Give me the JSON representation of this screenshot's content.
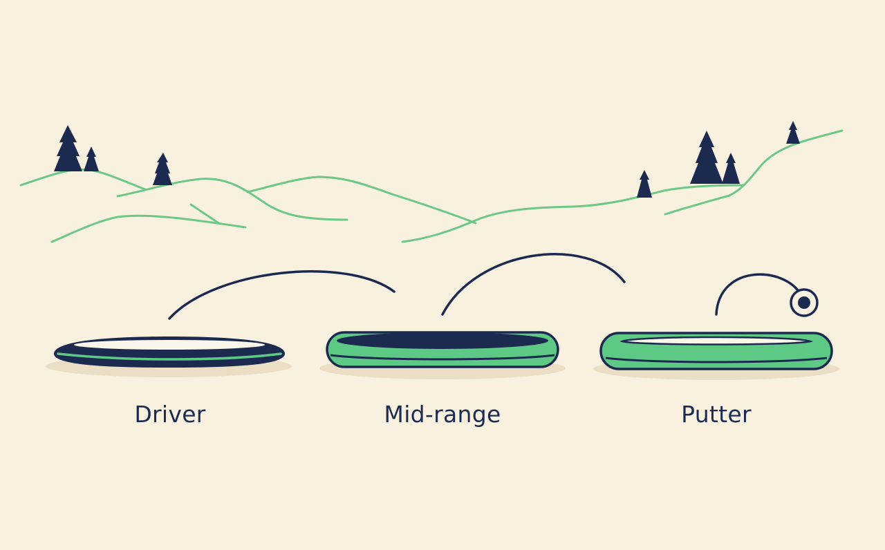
{
  "colors": {
    "background": "#f8f1e0",
    "navy": "#1c2a4f",
    "green": "#5ec985",
    "line_green": "#6cc887",
    "disc_highlight": "#fbf6ea",
    "shadow": "#eadfc4"
  },
  "discs": [
    {
      "id": "driver",
      "label": "Driver",
      "flight": "long, flat arc"
    },
    {
      "id": "midrange",
      "label": "Mid-range",
      "flight": "medium, high arc"
    },
    {
      "id": "putter",
      "label": "Putter",
      "flight": "short arc to basket"
    }
  ],
  "icons": {
    "tree": "pine-tree-icon",
    "target": "basket-target-icon"
  }
}
